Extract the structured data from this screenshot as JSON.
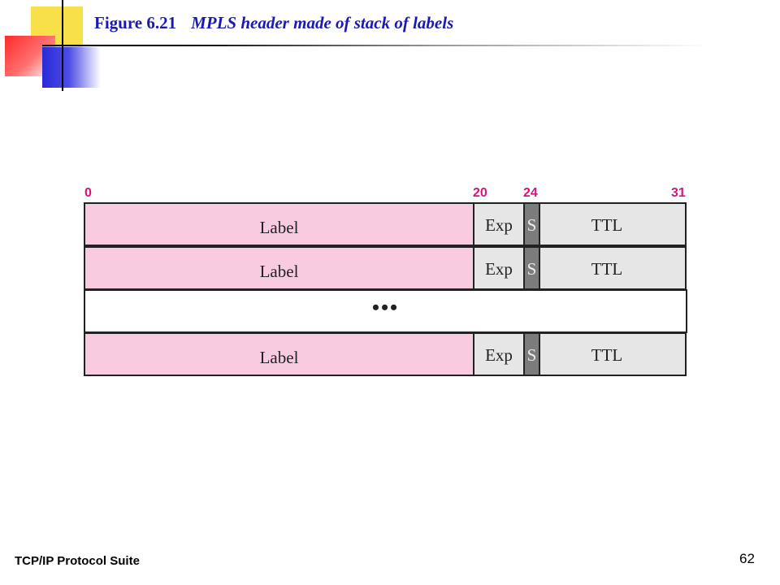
{
  "title": {
    "figure_number": "Figure 6.21",
    "figure_caption": "MPLS header made of stack of labels"
  },
  "bit_positions": [
    "0",
    "20",
    "24",
    "31"
  ],
  "rows": [
    {
      "label": "Label",
      "exp": "Exp",
      "s": "S",
      "ttl": "TTL"
    },
    {
      "label": "Label",
      "exp": "Exp",
      "s": "S",
      "ttl": "TTL"
    },
    {
      "label": "Label",
      "exp": "Exp",
      "s": "S",
      "ttl": "TTL"
    }
  ],
  "ellipsis": "•••",
  "footer": {
    "left": "TCP/IP Protocol Suite",
    "page_number": "62"
  },
  "colors": {
    "title": "#1a1ab3",
    "bit_numbers": "#d4147e",
    "label_fill": "#f9cbe0",
    "field_fill": "#e6e6e6",
    "s_fill": "#7c7c7c"
  }
}
